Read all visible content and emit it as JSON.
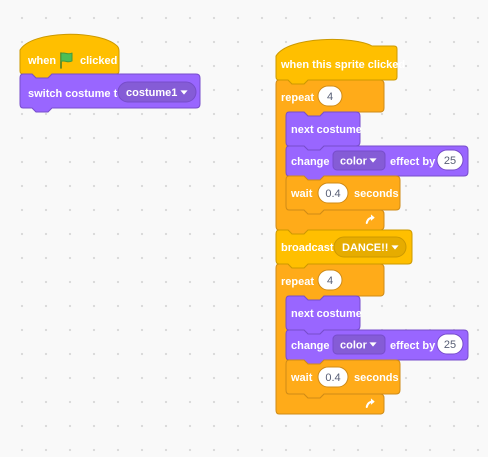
{
  "colors": {
    "events": "#FFBF00",
    "events_border": "#CC9900",
    "events_dropdown": "#E6AC00",
    "control": "#FFAB19",
    "control_border": "#CF8B17",
    "looks": "#9966FF",
    "looks_border": "#774DCB",
    "looks_dropdown": "#855CD6",
    "text": "#FFFFFF",
    "input_text": "#575E75"
  },
  "script1": {
    "hat": {
      "when": "when",
      "flag_icon": "green-flag-icon",
      "clicked": "clicked"
    },
    "switch_costume": {
      "label": "switch costume to",
      "value": "costume1"
    }
  },
  "script2": {
    "hat": {
      "label": "when this sprite clicked"
    },
    "repeat1": {
      "label": "repeat",
      "times": "4",
      "next_costume": "next costume",
      "change": {
        "label": "change",
        "effect": "color",
        "by": "effect by",
        "value": "25"
      },
      "wait": {
        "label": "wait",
        "value": "0.4",
        "unit": "seconds"
      }
    },
    "broadcast": {
      "label": "broadcast",
      "message": "DANCE!!"
    },
    "repeat2": {
      "label": "repeat",
      "times": "4",
      "next_costume": "next costume",
      "change": {
        "label": "change",
        "effect": "color",
        "by": "effect by",
        "value": "25"
      },
      "wait": {
        "label": "wait",
        "value": "0.4",
        "unit": "seconds"
      }
    }
  }
}
